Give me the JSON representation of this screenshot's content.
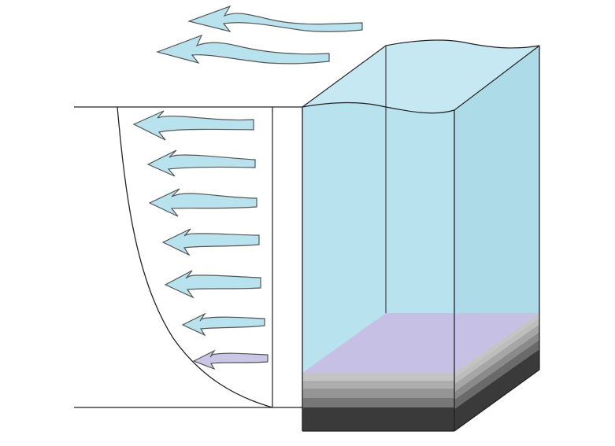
{
  "colors": {
    "water": "#b8e2ee",
    "water_side": "#aedbe8",
    "arrow_fill": "#b9e2ef",
    "arrow_bottom_fill": "#c9c6e6",
    "seabed_top": "#c6c0e4",
    "layer_shades": [
      "#c4c4c4",
      "#b0b0b0",
      "#9a9a9a",
      "#7e7e7e",
      "#5e5e5e",
      "#3a3a3a"
    ],
    "outline": "#222222"
  },
  "icons": {
    "wind_arrows": [
      "wind-arrow-upper",
      "wind-arrow-lower"
    ],
    "current_arrows": [
      "current-arrow-1",
      "current-arrow-2",
      "current-arrow-3",
      "current-arrow-4",
      "current-arrow-5",
      "current-arrow-6",
      "current-arrow-7"
    ]
  },
  "current_profile": {
    "type": "velocity-decreasing-with-depth",
    "relative_speeds": [
      1.0,
      0.9,
      0.85,
      0.78,
      0.7,
      0.62,
      0.55
    ]
  }
}
